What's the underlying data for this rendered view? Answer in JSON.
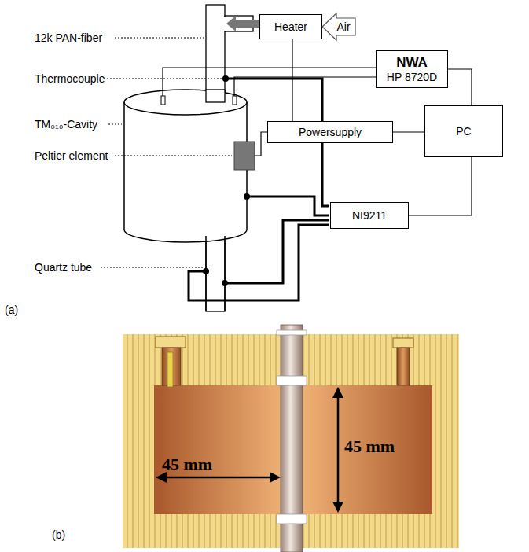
{
  "diagram": {
    "nodes": [
      {
        "text": [
          "Heater"
        ]
      },
      {
        "text": [
          "NWA",
          "HP 8720D"
        ]
      },
      {
        "text": [
          "Powersupply"
        ]
      },
      {
        "text": [
          "PC"
        ]
      },
      {
        "text": [
          "NI9211"
        ]
      }
    ],
    "edges": [
      {
        "from": 0,
        "to": 2,
        "arrow": "none"
      },
      {
        "from": 1,
        "to": 3,
        "arrow": "none"
      },
      {
        "from": 2,
        "to": 3,
        "arrow": "none"
      },
      {
        "from": 4,
        "to": 3,
        "arrow": "none"
      }
    ],
    "labels": [
      "12k PAN-fiber",
      "Thermocouple",
      "TM₀₁₀-Cavity",
      "Peltier element",
      "Quartz tube",
      "(a)",
      "Air",
      "45 mm",
      "45 mm",
      "(b)"
    ]
  }
}
